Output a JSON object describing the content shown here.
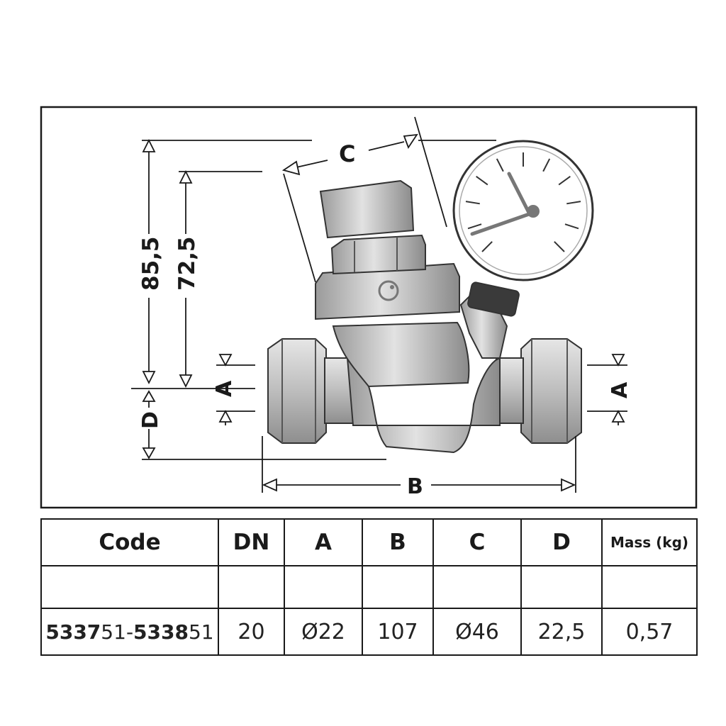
{
  "dimensions": {
    "height_total": "85,5",
    "height_partial": "72,5",
    "label_a": "A",
    "label_b": "B",
    "label_c": "C",
    "label_d": "D"
  },
  "table": {
    "headers": [
      "Code",
      "DN",
      "A",
      "B",
      "C",
      "D",
      "Mass (kg)"
    ],
    "code": {
      "part1_bold": "5337",
      "part1_normal": "51",
      "separator": "-",
      "part2_bold": "5338",
      "part2_normal": "51"
    },
    "values": [
      "20",
      "Ø22",
      "107",
      "Ø46",
      "22,5",
      "0,57"
    ]
  },
  "colors": {
    "line": "#1a1a1a",
    "metal": "#c7c7c7",
    "metal_dark": "#8f8f8f"
  }
}
